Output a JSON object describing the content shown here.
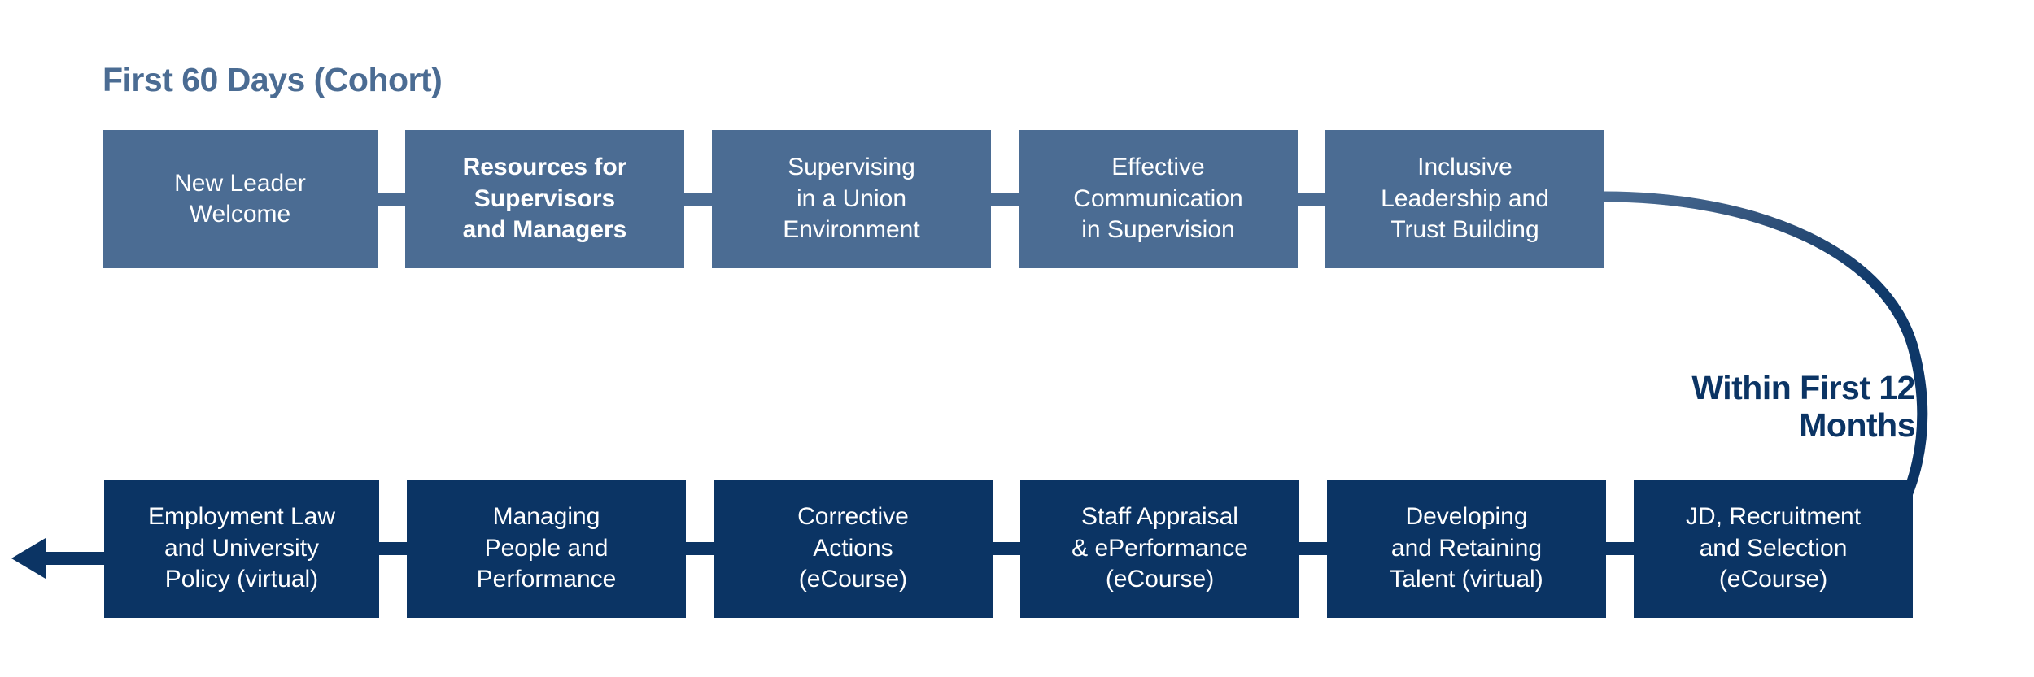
{
  "diagram": {
    "type": "process-flow",
    "background_color": "#ffffff",
    "phases": [
      {
        "id": "first-60-days",
        "title": "First 60 Days (Cohort)",
        "title_color": "#4b6c93",
        "box_color": "#4b6c93",
        "direction": "left-to-right",
        "steps": [
          {
            "label": "New Leader\nWelcome",
            "emphasis": "normal"
          },
          {
            "label": "Resources for\nSupervisors\nand Managers",
            "emphasis": "bold"
          },
          {
            "label": "Supervising\nin a Union\nEnvironment",
            "emphasis": "normal"
          },
          {
            "label": "Effective\nCommunication\nin Supervision",
            "emphasis": "normal"
          },
          {
            "label": "Inclusive\nLeadership and\nTrust Building",
            "emphasis": "normal"
          }
        ]
      },
      {
        "id": "within-first-12-months",
        "title": "Within First 12\nMonths",
        "title_color": "#0b3464",
        "box_color": "#0b3464",
        "direction": "right-to-left",
        "steps": [
          {
            "label": "Employment Law\nand University\nPolicy (virtual)",
            "emphasis": "normal"
          },
          {
            "label": "Managing\nPeople and\nPerformance",
            "emphasis": "normal"
          },
          {
            "label": "Corrective\nActions\n(eCourse)",
            "emphasis": "normal"
          },
          {
            "label": "Staff Appraisal\n& ePerformance\n(eCourse)",
            "emphasis": "normal"
          },
          {
            "label": "Developing\nand Retaining\nTalent (virtual)",
            "emphasis": "normal"
          },
          {
            "label": "JD, Recruitment\nand Selection\n(eCourse)",
            "emphasis": "normal"
          }
        ]
      }
    ],
    "connectors": {
      "curved_arrow": {
        "name": "phase-transition-arrow",
        "from": "Inclusive Leadership and Trust Building",
        "to": "JD, Recruitment and Selection (eCourse)",
        "start_color": "#4b6c93",
        "end_color": "#0b3464"
      },
      "terminal_arrow": {
        "name": "flow-end-arrow",
        "direction": "left",
        "color": "#0b3464"
      }
    }
  }
}
